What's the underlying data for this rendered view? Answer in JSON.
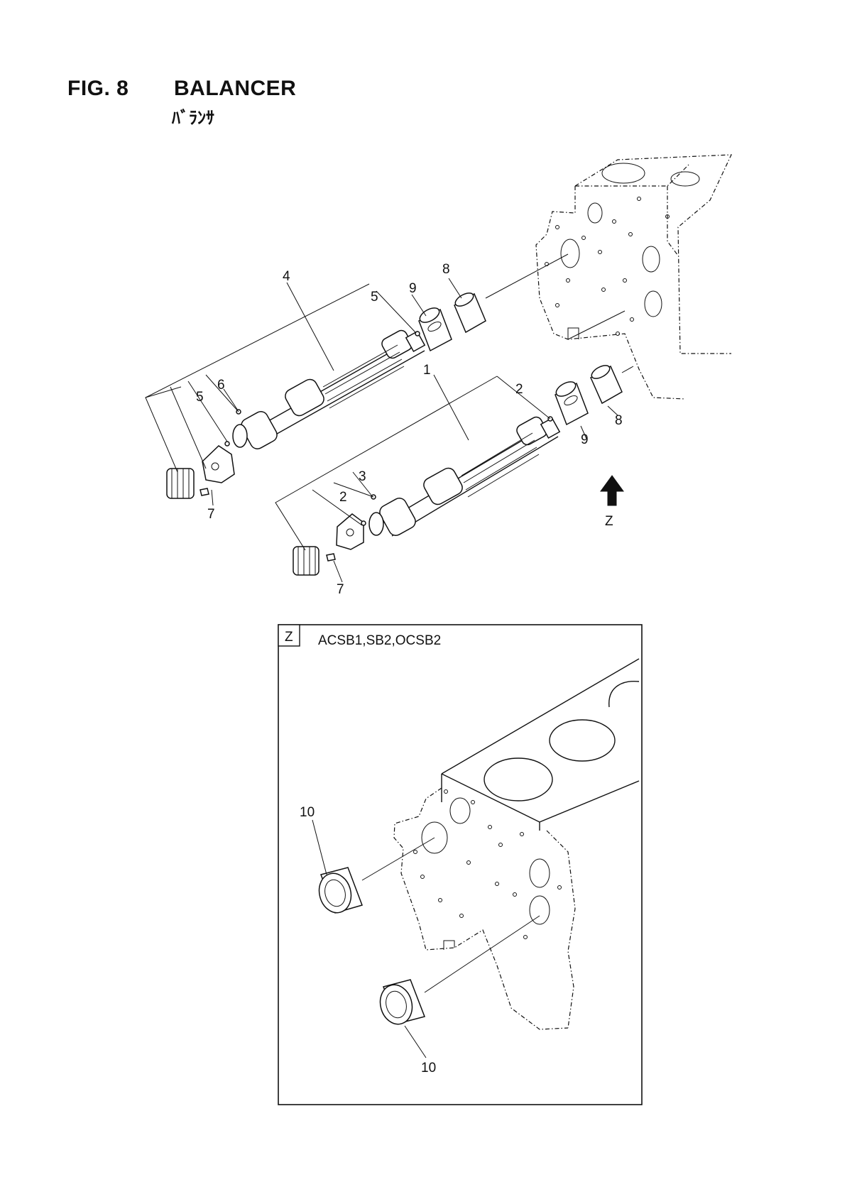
{
  "header": {
    "figure_number": "FIG. 8",
    "title": "BALANCER",
    "subtitle_jp": "ﾊﾞﾗﾝｻ"
  },
  "callouts": {
    "c1": "1",
    "c2a": "2",
    "c2b": "2",
    "c3": "3",
    "c4": "4",
    "c5a": "5",
    "c5b": "5",
    "c6": "6",
    "c7a": "7",
    "c7b": "7",
    "c8a": "8",
    "c8b": "8",
    "c9a": "9",
    "c9b": "9",
    "c10a": "10",
    "c10b": "10"
  },
  "view_arrow": {
    "label": "Z"
  },
  "detail_view": {
    "view_letter": "Z",
    "applicable_models": "ACSB1,SB2,OCSB2"
  }
}
